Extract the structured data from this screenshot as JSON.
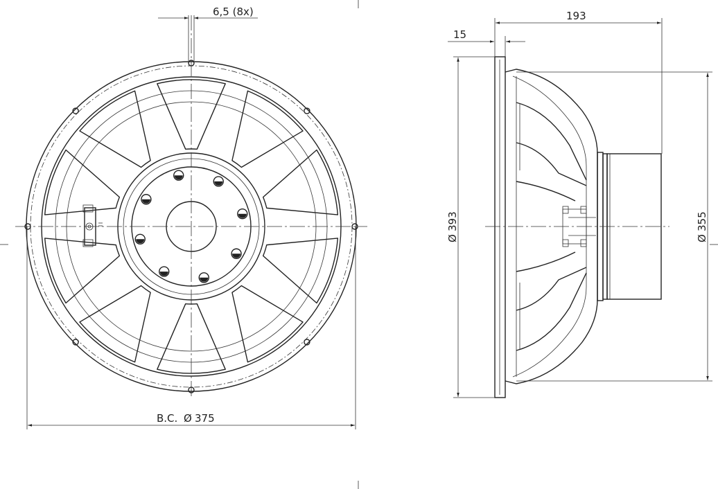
{
  "dimensions": {
    "hole_size": "6,5 (8x)",
    "bolt_circle": "B.C.",
    "bolt_circle_value": "375",
    "depth_total": "193",
    "flange_thickness": "15",
    "outer_diameter": "393",
    "cutout_diameter": "355",
    "diameter_symbol": "Ø"
  }
}
